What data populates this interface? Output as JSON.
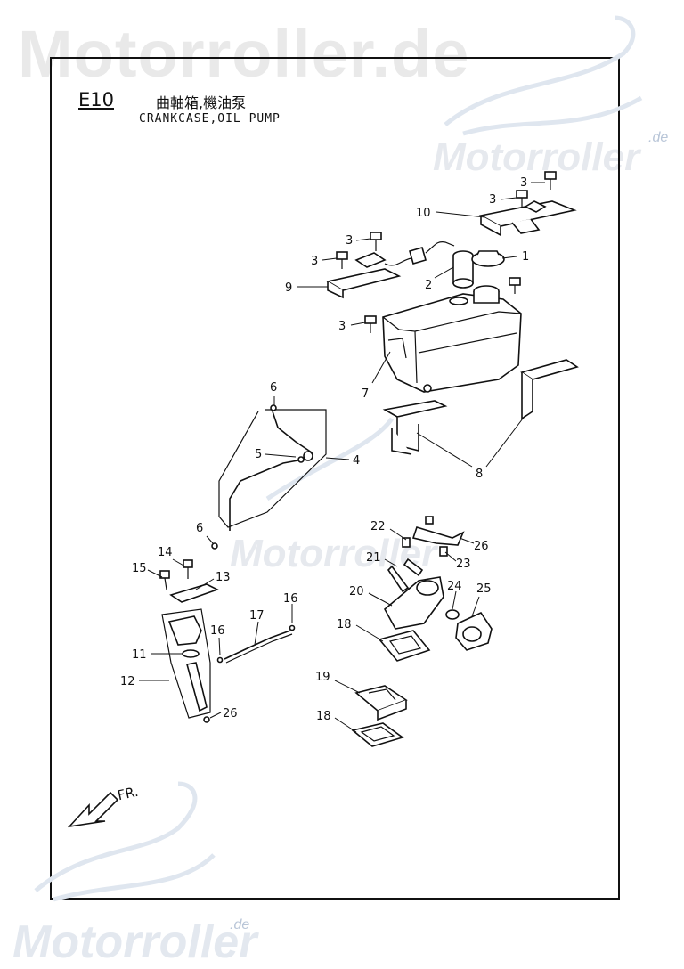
{
  "watermark": {
    "top": "Motorroller.de",
    "mid": "Motorroller",
    "right": "Motorroller",
    "right_suffix": ".de",
    "bottom": "Motorroller",
    "bottom_suffix": ".de"
  },
  "header": {
    "code": "E10",
    "title_cn": "曲軸箱,機油泵",
    "title_en": "CRANKCASE,OIL PUMP"
  },
  "direction_label": "FR.",
  "callouts": [
    {
      "id": "c1",
      "text": "1"
    },
    {
      "id": "c2",
      "text": "2"
    },
    {
      "id": "c3a",
      "text": "3"
    },
    {
      "id": "c3b",
      "text": "3"
    },
    {
      "id": "c3c",
      "text": "3"
    },
    {
      "id": "c3d",
      "text": "3"
    },
    {
      "id": "c3e",
      "text": "3"
    },
    {
      "id": "c4",
      "text": "4"
    },
    {
      "id": "c5",
      "text": "5"
    },
    {
      "id": "c6a",
      "text": "6"
    },
    {
      "id": "c6b",
      "text": "6"
    },
    {
      "id": "c7",
      "text": "7"
    },
    {
      "id": "c8",
      "text": "8"
    },
    {
      "id": "c9",
      "text": "9"
    },
    {
      "id": "c10",
      "text": "10"
    },
    {
      "id": "c11",
      "text": "11"
    },
    {
      "id": "c12",
      "text": "12"
    },
    {
      "id": "c13",
      "text": "13"
    },
    {
      "id": "c14",
      "text": "14"
    },
    {
      "id": "c15",
      "text": "15"
    },
    {
      "id": "c16a",
      "text": "16"
    },
    {
      "id": "c16b",
      "text": "16"
    },
    {
      "id": "c17",
      "text": "17"
    },
    {
      "id": "c18a",
      "text": "18"
    },
    {
      "id": "c18b",
      "text": "18"
    },
    {
      "id": "c19",
      "text": "19"
    },
    {
      "id": "c20",
      "text": "20"
    },
    {
      "id": "c21",
      "text": "21"
    },
    {
      "id": "c22",
      "text": "22"
    },
    {
      "id": "c23",
      "text": "23"
    },
    {
      "id": "c24",
      "text": "24"
    },
    {
      "id": "c25",
      "text": "25"
    },
    {
      "id": "c26a",
      "text": "26"
    },
    {
      "id": "c26b",
      "text": "26"
    }
  ]
}
